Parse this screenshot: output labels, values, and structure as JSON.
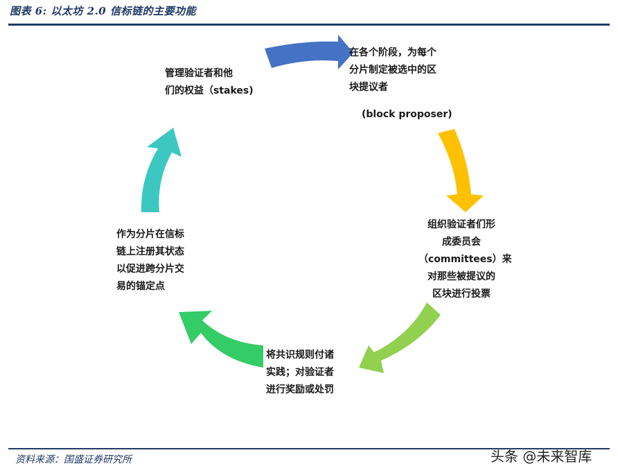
{
  "header": {
    "title": "图表 6:  以太坊 2.0 信标链的主要功能"
  },
  "diagram": {
    "nodes": [
      {
        "id": "manage-validators",
        "lines": [
          "管理验证者和他",
          "们的权益（stakes)"
        ]
      },
      {
        "id": "select-proposer",
        "lines": [
          "在各个阶段，为每个",
          "分片制定被选中的区",
          "块提议者",
          "",
          "(block proposer)"
        ]
      },
      {
        "id": "form-committees",
        "lines": [
          "组织验证者们形",
          "成委员会",
          "（committees）来",
          "对那些被提议的",
          "区块进行投票"
        ]
      },
      {
        "id": "apply-consensus",
        "lines": [
          "将共识规则付诸",
          "实践；对验证者",
          "进行奖励或处罚"
        ]
      },
      {
        "id": "anchor-shards",
        "lines": [
          "作为分片在信标",
          "链上注册其状态",
          "以促进跨分片交",
          "易的锚定点"
        ]
      }
    ],
    "arrow_colors": {
      "top": "#4472c4",
      "right": "#ffc000",
      "bottom_right": "#92d050",
      "bottom": "#33cc66",
      "left": "#3cc8c0"
    }
  },
  "footer": {
    "source": "资料来源：国盛证券研究所",
    "watermark": "头条 @未来智库"
  }
}
